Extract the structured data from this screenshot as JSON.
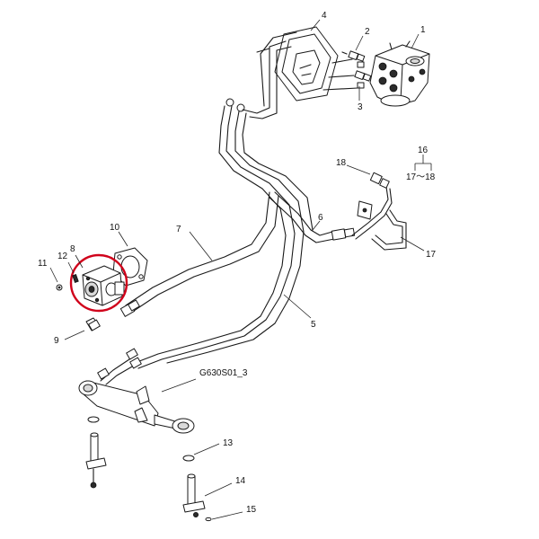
{
  "diagram": {
    "drawing_code": "G630S01_3",
    "highlight_color": "#d0021b",
    "callouts": {
      "c1": "1",
      "c2": "2",
      "c3": "3",
      "c4": "4",
      "c5": "5",
      "c6": "6",
      "c7": "7",
      "c8": "8",
      "c9": "9",
      "c10": "10",
      "c11": "11",
      "c12": "12",
      "c13": "13",
      "c14": "14",
      "c15": "15",
      "c16": "16",
      "c16_range": "17～18",
      "c17": "17",
      "c18": "18"
    }
  }
}
